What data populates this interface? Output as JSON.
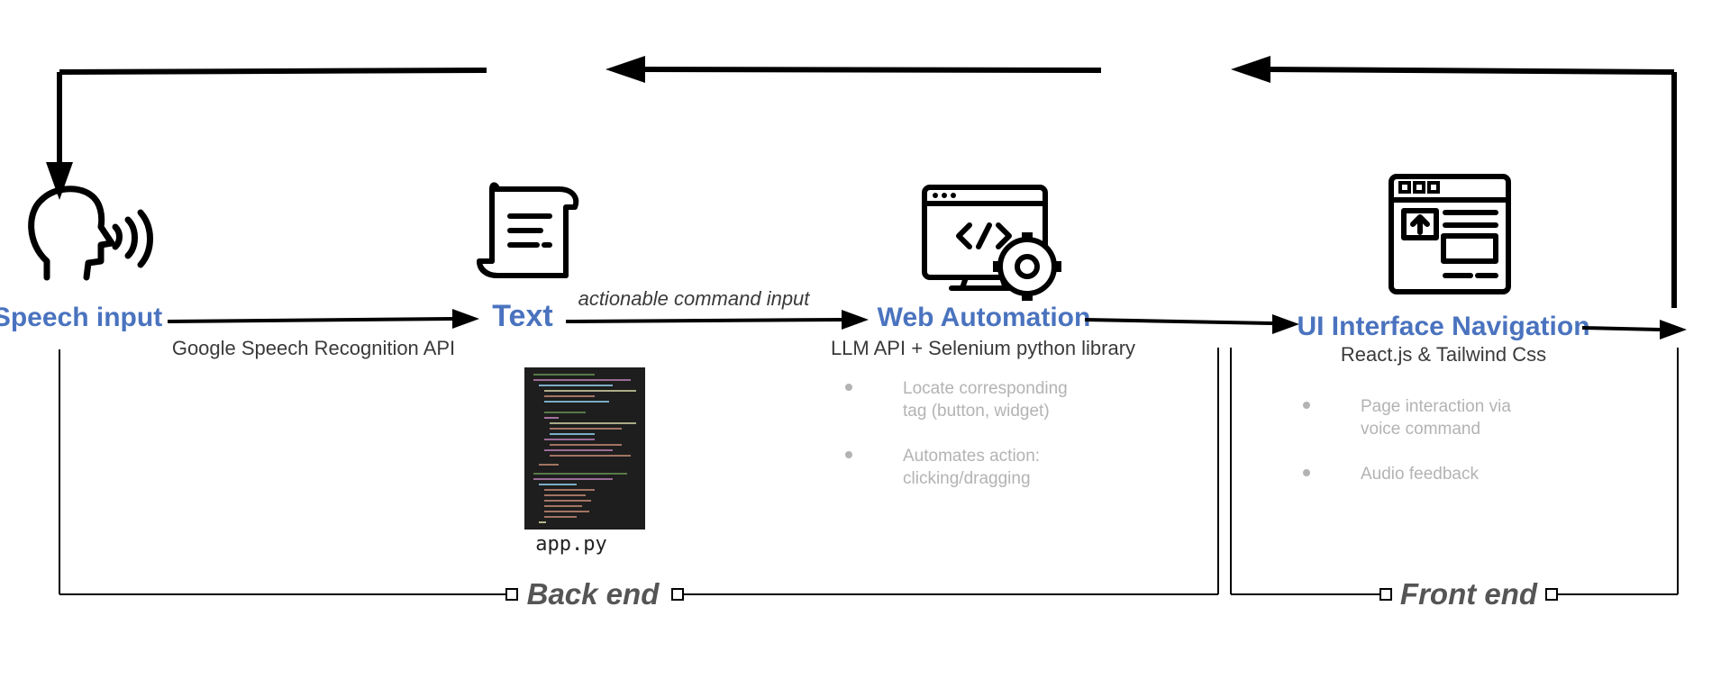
{
  "colors": {
    "accent": "#4a73bf",
    "stroke": "#000000",
    "bullet_text": "#b3b3b3",
    "section_text": "#555555",
    "code_bg": "#1e1e1e"
  },
  "nodes": {
    "speech": {
      "title": "Speech input",
      "icon": "speaking-head-icon"
    },
    "text": {
      "title": "Text",
      "icon": "scroll-document-icon"
    },
    "web": {
      "title": "Web Automation",
      "icon": "monitor-code-gear-icon",
      "subtitle": "LLM API + Selenium python library",
      "bullets": [
        [
          "Locate corresponding",
          "tag (button, widget)"
        ],
        [
          "Automates action:",
          "clicking/dragging"
        ]
      ]
    },
    "ui": {
      "title": "UI Interface Navigation",
      "icon": "browser-window-icon",
      "subtitle": "React.js & Tailwind Css",
      "bullets": [
        [
          "Page interaction via",
          "voice command"
        ],
        [
          "Audio feedback"
        ]
      ]
    }
  },
  "edges": {
    "speech_to_text": "Google Speech Recognition  API",
    "text_to_web": "actionable command input"
  },
  "code_file": {
    "filename": "app.py"
  },
  "sections": {
    "backend": "Back end",
    "frontend": "Front end"
  }
}
